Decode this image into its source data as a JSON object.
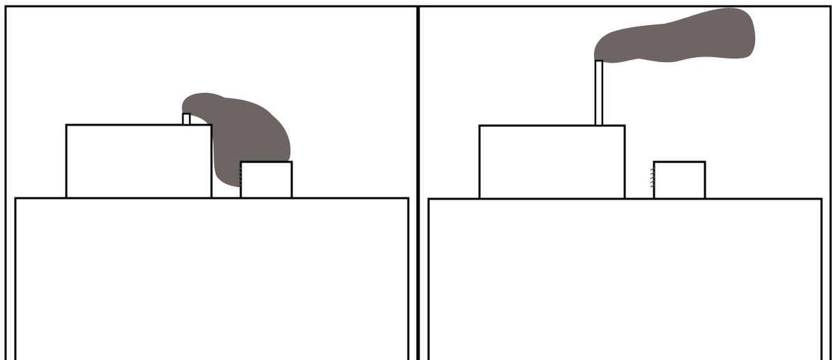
{
  "figure": {
    "panels": [
      {
        "id": "short-chimney",
        "chimney": "short",
        "smoke_reaches_small_building": true
      },
      {
        "id": "tall-chimney",
        "chimney": "tall",
        "smoke_reaches_small_building": false
      }
    ],
    "colors": {
      "background": "#ffffff",
      "stroke": "#000000",
      "smoke": "#6d6564"
    }
  }
}
